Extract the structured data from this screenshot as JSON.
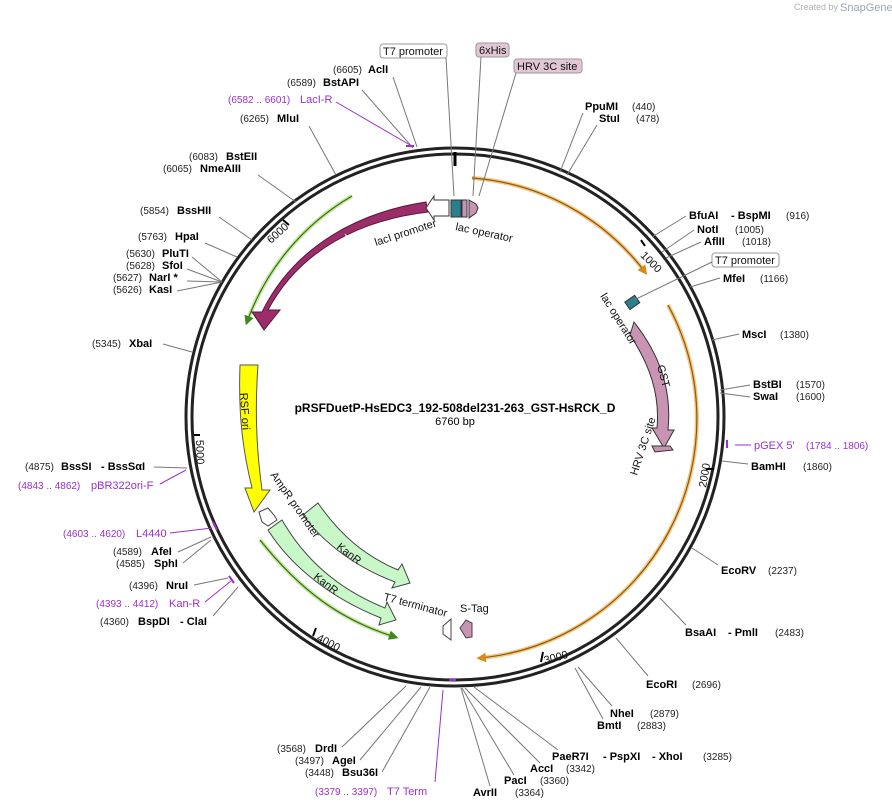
{
  "credit": {
    "text": "Created by",
    "brand": "SnapGene"
  },
  "plasmid": {
    "name": "pRSFDuetP-HsEDC3_192-508del231-263_GST-HsRCK_D",
    "length": "6760 bp"
  },
  "ticks": [
    "1000",
    "2000",
    "3000",
    "4000",
    "5000",
    "6000"
  ],
  "boxed_labels": {
    "t7_top": "T7 promoter",
    "his": "6xHis",
    "hrv": "HRV 3C site",
    "t7_right": "T7 promoter"
  },
  "features": {
    "laci": "lacI",
    "laci_promoter": "lacI promoter",
    "lac_operator_top": "lac operator",
    "lac_operator_right": "lac operator",
    "gst": "GST",
    "hrv_inner": "HRV 3C site",
    "rsf_ori": "RSF ori",
    "ampr_promoter": "AmpR promoter",
    "kanr_1": "KanR",
    "kanr_2": "KanR",
    "t7_terminator": "T7 terminator",
    "stag": "S-Tag"
  },
  "enzymes": {
    "acli": {
      "pos": "(6605)",
      "name": "AclI"
    },
    "bstapi": {
      "pos": "(6589)",
      "name": "BstAPI"
    },
    "mlui": {
      "pos": "(6265)",
      "name": "MluI"
    },
    "bsteii": {
      "pos": "(6083)",
      "name": "BstEII"
    },
    "nmeaiii": {
      "pos": "(6065)",
      "name": "NmeAIII"
    },
    "bsshii": {
      "pos": "(5854)",
      "name": "BssHII"
    },
    "hpai": {
      "pos": "(5763)",
      "name": "HpaI"
    },
    "pluti": {
      "pos": "(5630)",
      "name": "PluTI"
    },
    "sfoi": {
      "pos": "(5628)",
      "name": "SfoI"
    },
    "nari": {
      "pos": "(5627)",
      "name": "NarI *"
    },
    "kasi": {
      "pos": "(5626)",
      "name": "KasI"
    },
    "xbai": {
      "pos": "(5345)",
      "name": "XbaI"
    },
    "bsssi": {
      "pos": "(4875)",
      "name": "BssSI",
      "alt": "- BssSαI"
    },
    "afei": {
      "pos": "(4589)",
      "name": "AfeI"
    },
    "sphi": {
      "pos": "(4585)",
      "name": "SphI"
    },
    "nrui": {
      "pos": "(4396)",
      "name": "NruI"
    },
    "bspdi": {
      "pos": "(4360)",
      "name": "BspDI",
      "alt": "- ClaI"
    },
    "drdi": {
      "pos": "(3568)",
      "name": "DrdI"
    },
    "agei": {
      "pos": "(3497)",
      "name": "AgeI"
    },
    "bsu36i": {
      "pos": "(3448)",
      "name": "Bsu36I"
    },
    "avrii": {
      "name": "AvrII",
      "pos": "(3364)"
    },
    "paci": {
      "name": "PacI",
      "pos": "(3360)"
    },
    "acci": {
      "name": "AccI",
      "pos": "(3342)"
    },
    "paer7i": {
      "name": "PaeR7I",
      "alt1": "- PspXI",
      "alt2": "- XhoI",
      "pos": "(3285)"
    },
    "bmti": {
      "name": "BmtI",
      "pos": "(2883)"
    },
    "nhei": {
      "name": "NheI",
      "pos": "(2879)"
    },
    "ecori": {
      "name": "EcoRI",
      "pos": "(2696)"
    },
    "bsaai": {
      "name": "BsaAI",
      "alt": "- PmlI",
      "pos": "(2483)"
    },
    "ecorv": {
      "name": "EcoRV",
      "pos": "(2237)"
    },
    "bamhi": {
      "name": "BamHI",
      "pos": "(1860)"
    },
    "swai": {
      "name": "SwaI",
      "pos": "(1600)"
    },
    "bstbi": {
      "name": "BstBI",
      "pos": "(1570)"
    },
    "msci": {
      "name": "MscI",
      "pos": "(1380)"
    },
    "mfei": {
      "name": "MfeI",
      "pos": "(1166)"
    },
    "aflii": {
      "name": "AflII",
      "pos": "(1018)"
    },
    "noti": {
      "name": "NotI",
      "pos": "(1005)"
    },
    "bfuai": {
      "name": "BfuAI",
      "alt": "- BspMI",
      "pos": "(916)"
    },
    "stui": {
      "name": "StuI",
      "pos": "(478)"
    },
    "pspmi": {
      "name": "PpuMI",
      "pos": "(440)"
    }
  },
  "primers": {
    "laci_r": {
      "pos": "(6582 .. 6601)",
      "name": "LacI-R"
    },
    "pbr322": {
      "pos": "(4843 .. 4862)",
      "name": "pBR322ori-F"
    },
    "l4440": {
      "pos": "(4603 .. 4620)",
      "name": "L4440"
    },
    "kanr": {
      "pos": "(4393 .. 4412)",
      "name": "Kan-R"
    },
    "t7term": {
      "pos": "(3379 .. 3397)",
      "name": "T7 Term"
    },
    "pgex": {
      "name": "pGEX 5'",
      "pos": "(1784 .. 1806)"
    }
  },
  "colors": {
    "backbone": "#222222",
    "laci": "#9b2d68",
    "rsf_ori": "#ffff00",
    "kanr": "#c8f7c8",
    "gst": "#c994b4",
    "orf_outline_orange": "#f2a541",
    "orf_outline_green": "#7bc043",
    "primer": "#9a2fd0",
    "operator": "#2a7f8f"
  }
}
